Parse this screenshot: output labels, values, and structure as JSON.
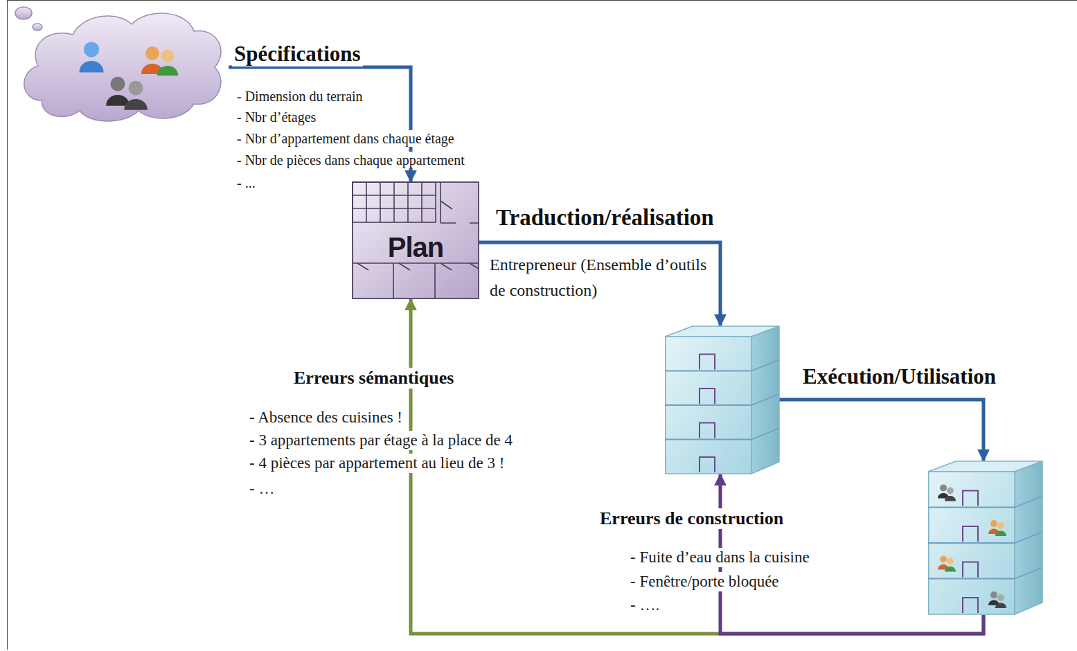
{
  "diagram": {
    "nodes": [
      {
        "text": []
      },
      {
        "text": [
          "Plan"
        ]
      },
      {
        "text": []
      },
      {
        "text": []
      }
    ],
    "edges": [
      {
        "from": 0,
        "to": 1,
        "arrow": "to",
        "label": "Spécifications"
      },
      {
        "from": 1,
        "to": 2,
        "arrow": "to",
        "label": "Traduction/réalisation"
      },
      {
        "from": 2,
        "to": 3,
        "arrow": "to",
        "label": "Exécution/Utilisation"
      },
      {
        "from": 3,
        "to": 1,
        "arrow": "to",
        "label": "Erreurs sémantiques"
      },
      {
        "from": 3,
        "to": 2,
        "arrow": "to",
        "label": "Erreurs de construction"
      }
    ],
    "labels": [
      "- Dimension du terrain",
      "- Nbr d’étages",
      "- Nbr d’appartement dans chaque étage",
      "- Nbr de pièces dans chaque appartement",
      "- ...",
      "Entrepreneur (Ensemble d’outils de construction)",
      "- Absence des cuisines !",
      "- 3 appartements par étage à la place de 4",
      "- 4 pièces par appartement au lieu de 3 !",
      "- …",
      "- Fuite d’eau dans la cuisine",
      "- Fenêtre/porte bloquée",
      "- …."
    ]
  }
}
